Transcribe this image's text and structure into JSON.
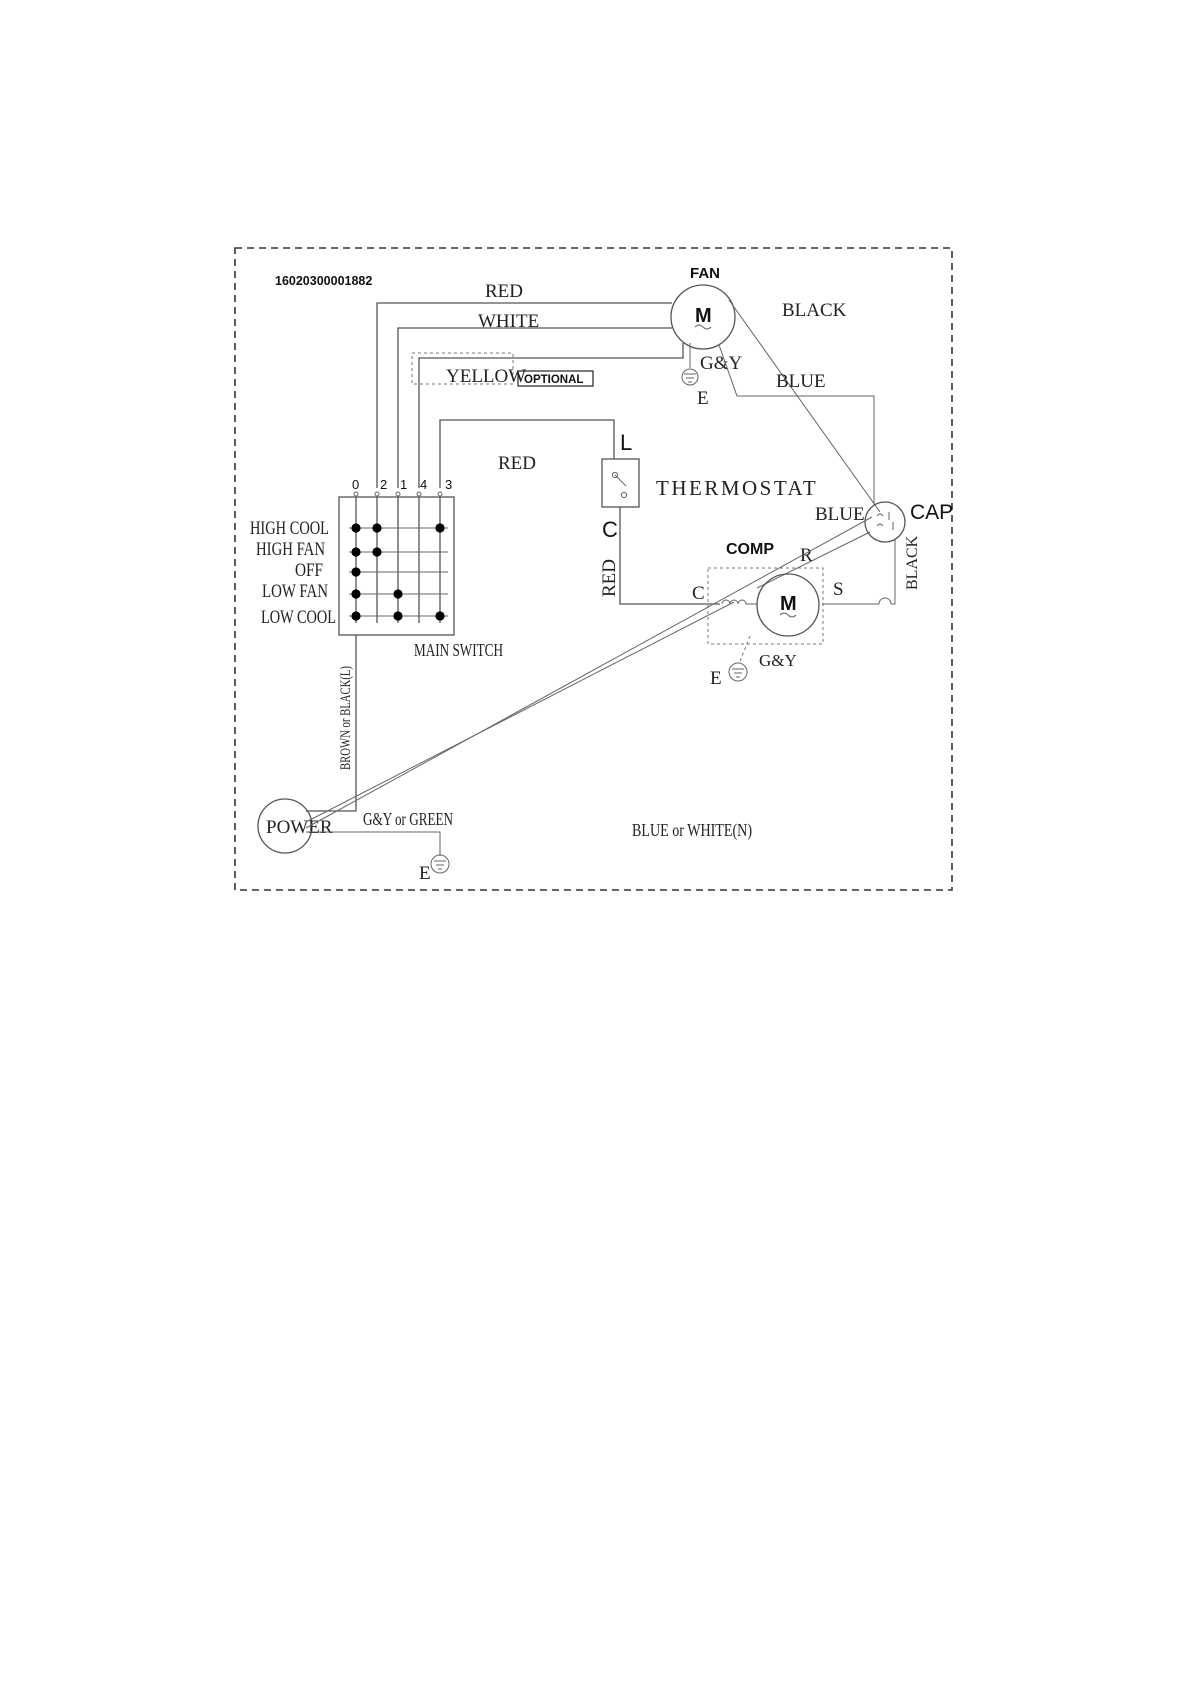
{
  "document_code": "16020300001882",
  "fan": {
    "title": "FAN",
    "motor_symbol": "M",
    "ground_wire": "G&Y",
    "ground_label": "E"
  },
  "wires": {
    "red_top": "RED",
    "white": "WHITE",
    "yellow": "YELLOW",
    "optional": "OPTIONAL",
    "black_top": "BLACK",
    "blue_top": "BLUE",
    "red_mid": "RED",
    "blue_cap": "BLUE",
    "black_cap": "BLACK",
    "red_vertical": "RED",
    "brown_black": "BROWN or BLACK(L)",
    "gy_green": "G&Y or GREEN",
    "blue_white_n": "BLUE or WHITE(N)"
  },
  "thermostat": {
    "title": "THERMOSTAT",
    "terminal_l": "L",
    "terminal_c": "C"
  },
  "capacitor": {
    "title": "CAP"
  },
  "compressor": {
    "title": "COMP",
    "motor_symbol": "M",
    "terminal_c": "C",
    "terminal_r": "R",
    "terminal_s": "S",
    "ground_wire": "G&Y",
    "ground_label": "E"
  },
  "main_switch": {
    "title": "MAIN SWITCH",
    "columns": [
      "0",
      "2",
      "1",
      "4",
      "3"
    ],
    "positions": [
      "HIGH COOL",
      "HIGH FAN",
      "OFF",
      "LOW FAN",
      "LOW COOL"
    ],
    "contacts": [
      [
        "0",
        "2",
        "3"
      ],
      [
        "0",
        "2"
      ],
      [
        "0"
      ],
      [
        "0",
        "1"
      ],
      [
        "0",
        "1",
        "3"
      ]
    ]
  },
  "power": {
    "title": "POWER",
    "ground_label": "E"
  }
}
